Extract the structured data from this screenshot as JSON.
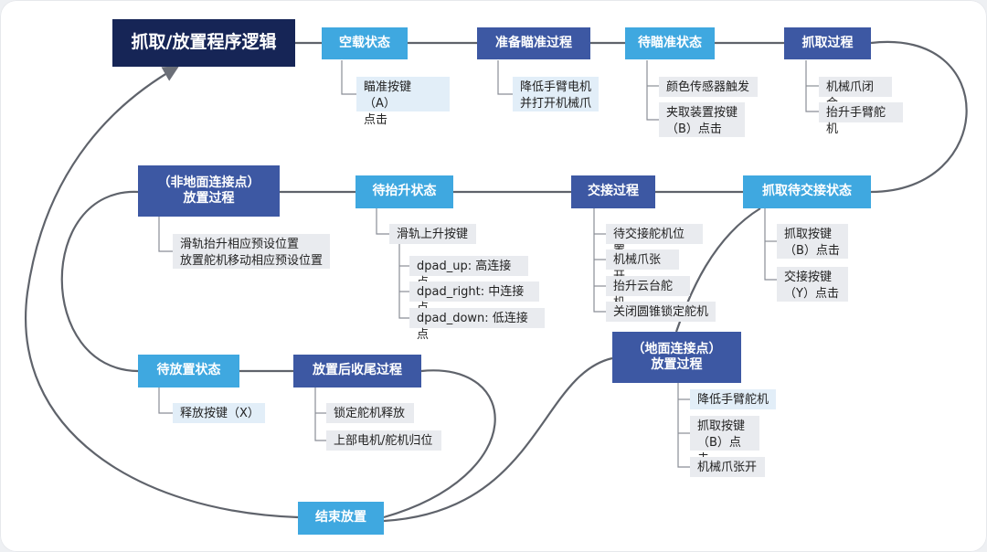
{
  "title": "抓取/放置程序逻辑",
  "states": {
    "idle": "空载状态",
    "prepare_aim": "准备瞄准过程",
    "wait_aim": "待瞄准状态",
    "grab_process": "抓取过程",
    "grab_wait_handover": "抓取待交接状态",
    "handover_process": "交接过程",
    "wait_lift": "待抬升状态",
    "non_ground_place": "（非地面连接点）\n放置过程",
    "wait_place": "待放置状态",
    "after_place": "放置后收尾过程",
    "ground_place": "（地面连接点）\n放置过程",
    "end_place": "结束放置"
  },
  "notes": {
    "idle_1": "瞄准按键（A）\n点击",
    "prepare_1": "降低手臂电机\n并打开机械爪",
    "wait_aim_1": "颜色传感器触发",
    "wait_aim_2": "夹取装置按键\n（B）点击",
    "grab_1": "机械爪闭合",
    "grab_2": "抬升手臂舵机",
    "gwh_1": "抓取按键\n（B）点击",
    "gwh_2": "交接按键\n（Y）点击",
    "handover_1": "待交接舵机位置",
    "handover_2": "机械爪张开",
    "handover_3": "抬升云台舵机",
    "handover_4": "关闭圆锥锁定舵机",
    "lift_1": "滑轨上升按键",
    "lift_2": "dpad_up: 高连接点",
    "lift_3": "dpad_right: 中连接点",
    "lift_4": "dpad_down: 低连接点",
    "ngp_1": "滑轨抬升相应预设位置\n放置舵机移动相应预设位置",
    "wait_place_1": "释放按键（X）",
    "after_1": "锁定舵机释放",
    "after_2": "上部电机/舵机归位",
    "gp_1": "降低手臂舵机",
    "gp_2": "抓取按键\n（B）点击",
    "gp_3": "机械爪张开"
  },
  "colors": {
    "light_node": "#3fa8e0",
    "dark_node": "#3d58a3",
    "root_node": "#162556",
    "note_bg": "#e9ebef",
    "line": "#555555"
  }
}
